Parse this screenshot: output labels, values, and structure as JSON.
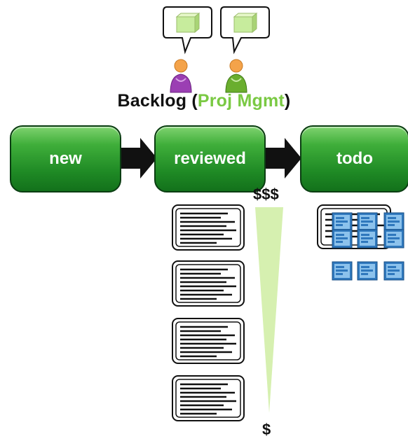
{
  "header": {
    "title_main": "Backlog (",
    "title_highlight": "Proj Mgmt",
    "title_end": ")"
  },
  "stages": [
    {
      "label": "new"
    },
    {
      "label": "reviewed"
    },
    {
      "label": "todo"
    }
  ],
  "priority": {
    "high_label": "$$$",
    "low_label": "$"
  },
  "colors": {
    "stage_green": "#2a9a2f",
    "highlight": "#7ac943",
    "wedge": "#d6f0b0",
    "task_icon_blue": "#3a86c8"
  }
}
